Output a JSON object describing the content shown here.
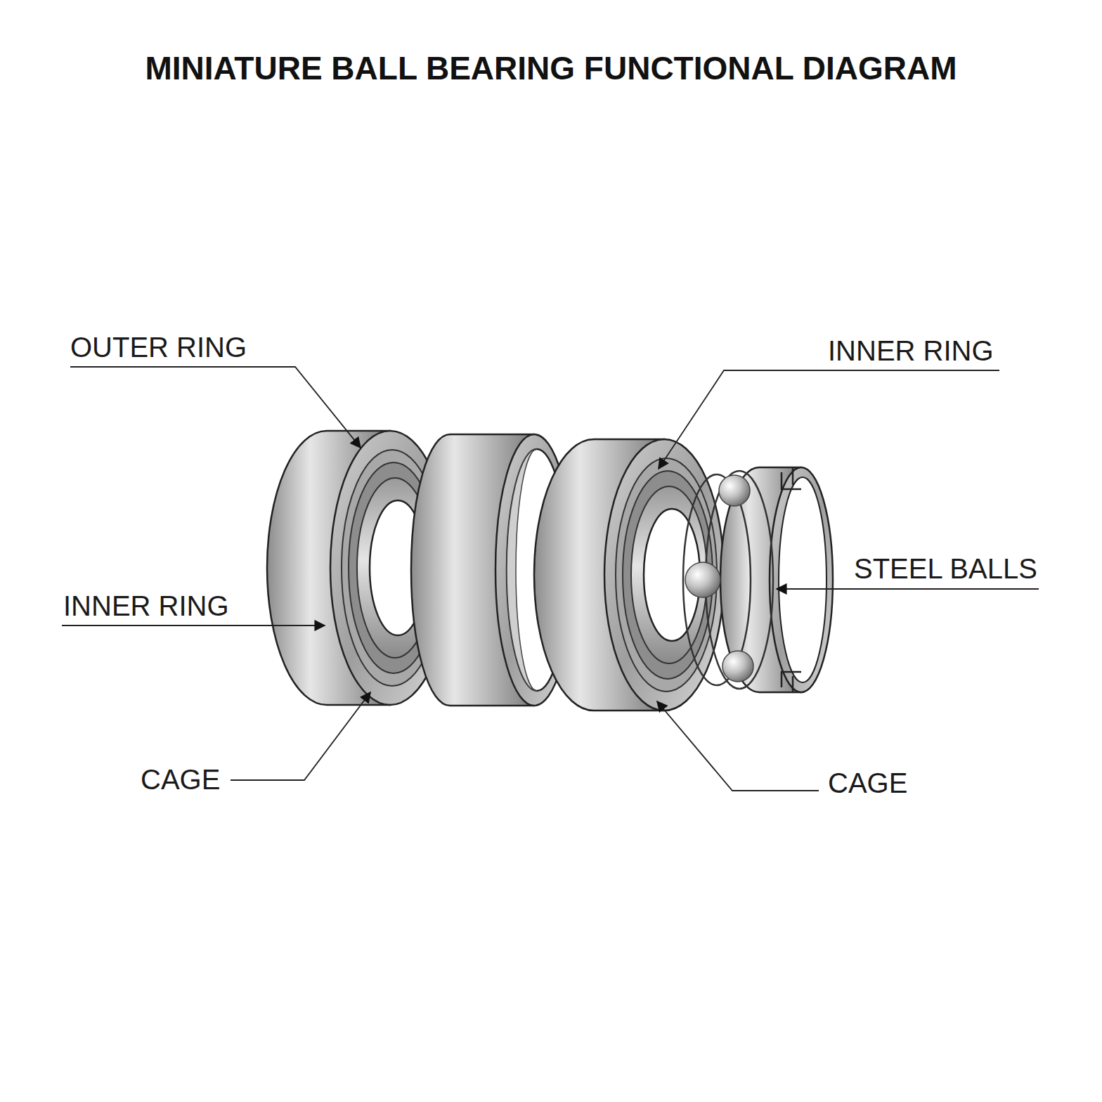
{
  "diagram": {
    "title": "MINIATURE BALL BEARING FUNCTIONAL DIAGRAM",
    "labels": [
      "OUTER RING",
      "INNER RING",
      "INNER RING",
      "STEEL BALLS",
      "CAGE",
      "CAGE"
    ]
  }
}
